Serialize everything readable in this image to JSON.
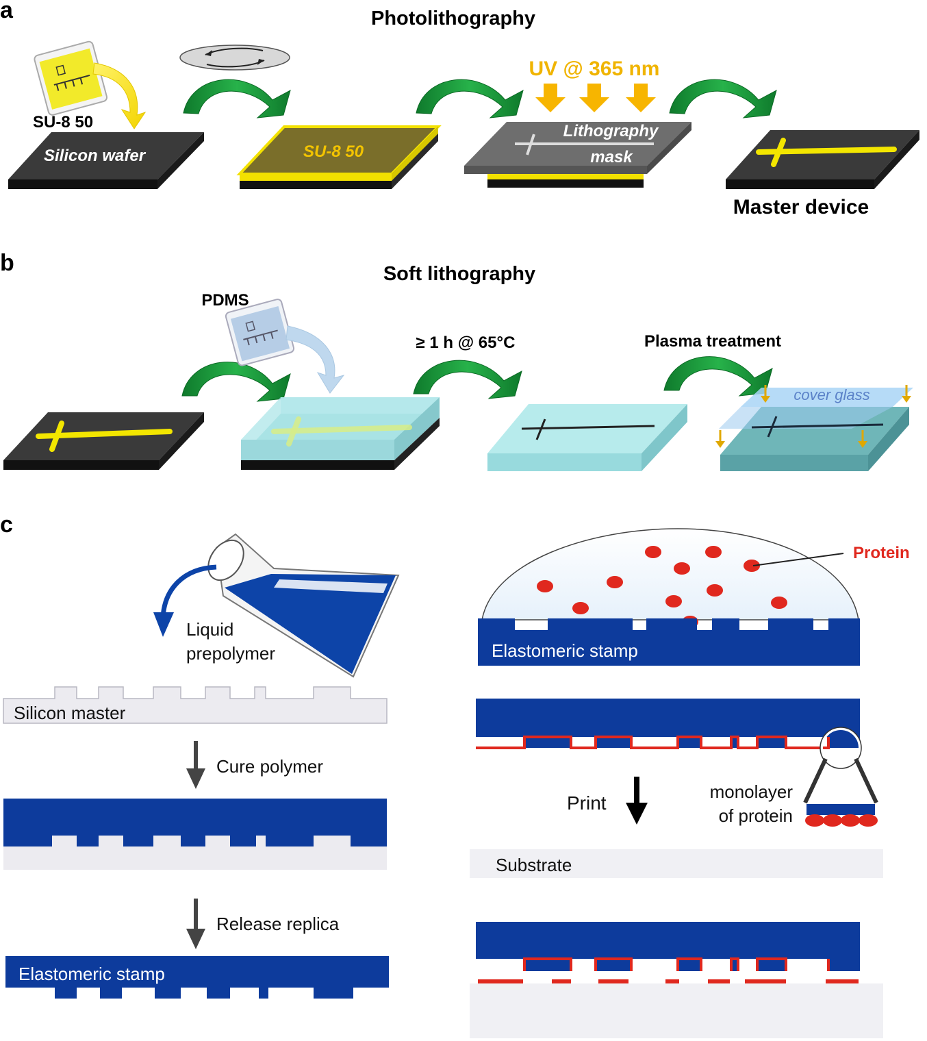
{
  "panel_a": {
    "letter": "a",
    "title": "Photolithography",
    "su8_label": "SU-8 50",
    "wafer_label": "Silicon wafer",
    "layer_label": "SU-8 50",
    "uv_label": "UV @ 365 nm",
    "mask_label_line1": "Lithography",
    "mask_label_line2": "mask",
    "master_label": "Master device"
  },
  "panel_b": {
    "letter": "b",
    "title": "Soft lithography",
    "pdms_label": "PDMS",
    "cure_label": "≥ 1 h @ 65°C",
    "plasma_label": "Plasma treatment",
    "cover_label": "cover glass"
  },
  "panel_c": {
    "letter": "c",
    "liquid_line1": "Liquid",
    "liquid_line2": "prepolymer",
    "master_label": "Silicon master",
    "cure_label": "Cure polymer",
    "release_label": "Release replica",
    "stamp_label_left": "Elastomeric stamp",
    "protein_label": "Protein",
    "stamp_label_right": "Elastomeric stamp",
    "print_label": "Print",
    "monolayer_line1": "monolayer",
    "monolayer_line2": "of protein",
    "substrate_label": "Substrate"
  },
  "colors": {
    "wafer": "#2b2b2b",
    "su8": "#f5e300",
    "uv_text": "#f0b400",
    "arrow_green": "#1a9a3a",
    "pdms": "#9fdde0",
    "stamp_blue": "#0d3b9c",
    "protein_red": "#e0281e",
    "master_gray": "#ecebf0"
  }
}
